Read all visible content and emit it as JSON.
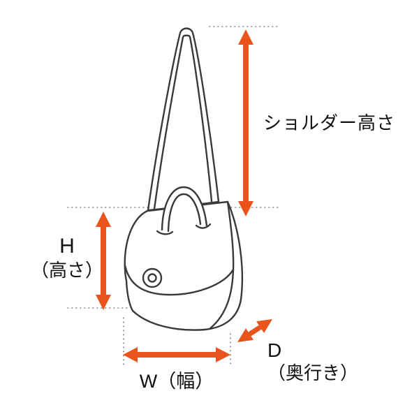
{
  "figure": {
    "labels": {
      "shoulder_height": "ショルダー高さ",
      "height_abbr": "H",
      "height_name": "（高さ）",
      "width": "W（幅）",
      "depth_abbr": "D",
      "depth_name": "（奥行き）"
    },
    "colors": {
      "arrow": "#e8541c",
      "outline": "#3a3a3a",
      "guide": "#777777",
      "text": "#111111",
      "background": "#ffffff"
    }
  }
}
